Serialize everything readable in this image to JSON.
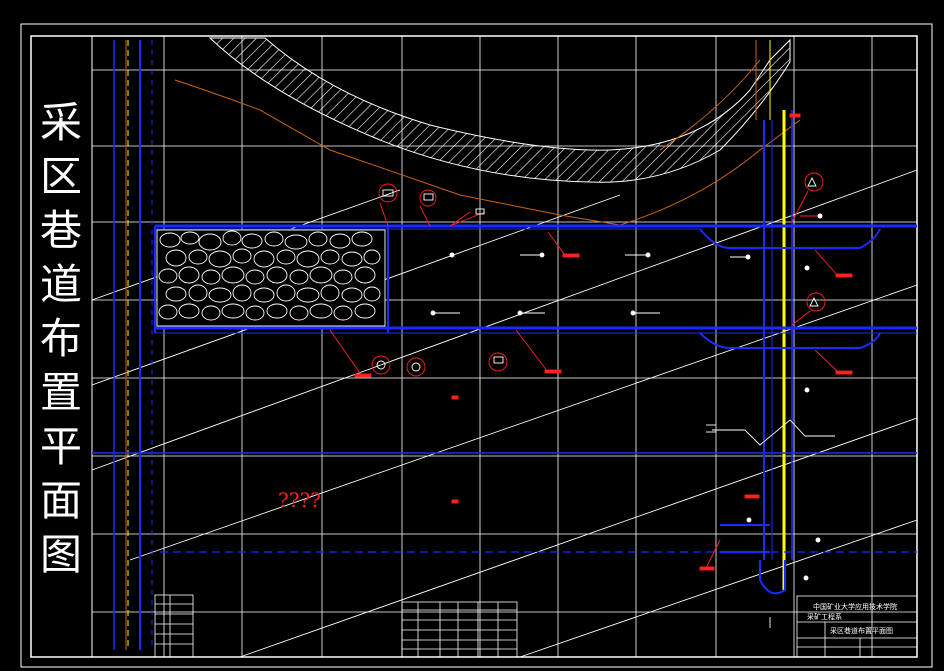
{
  "drawing": {
    "title_vertical": "采区巷道布置平面图",
    "note_marks": "????",
    "title_block": {
      "school": "中国矿业大学应用技术学院",
      "department": "采矿工程系",
      "drawing_name": "采区巷道布置平面图"
    },
    "colors": {
      "background": "#000000",
      "frame": "#ffffff",
      "roadway": "#1a2bff",
      "annotation": "#ff2020",
      "belt": "#ffff00",
      "boundary": "#c86414",
      "grid": "#ffffff"
    }
  }
}
